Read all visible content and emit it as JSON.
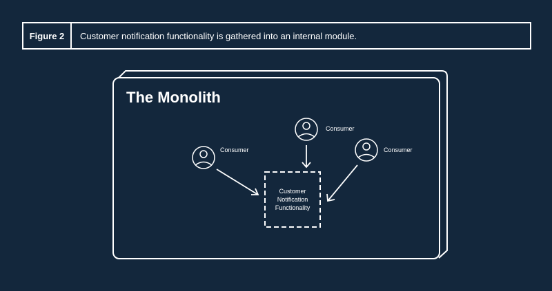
{
  "caption": {
    "figure_label": "Figure 2",
    "text": "Customer notification functionality is gathered into an internal module."
  },
  "diagram": {
    "container_title": "The Monolith",
    "consumers": [
      {
        "label": "Consumer"
      },
      {
        "label": "Consumer"
      },
      {
        "label": "Consumer"
      }
    ],
    "module": {
      "lines": [
        "Customer",
        "Notification",
        "Functionality"
      ]
    }
  },
  "colors": {
    "background": "#13273c",
    "foreground": "#ffffff"
  }
}
